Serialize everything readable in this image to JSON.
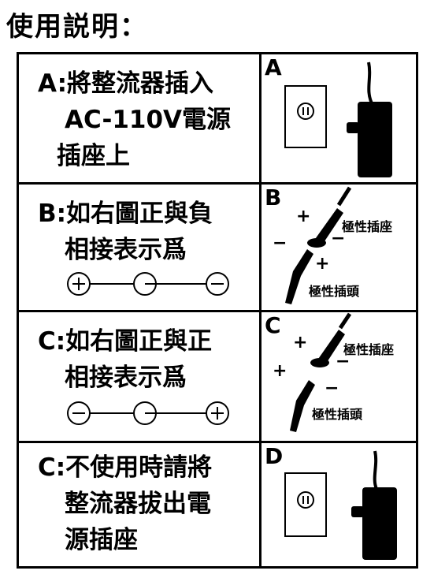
{
  "title": "使用説明：",
  "rows": [
    {
      "lines": [
        "A:將整流器插入",
        "AC-110V電源",
        "插座上"
      ],
      "letter": "A"
    },
    {
      "lines": [
        "B:如右圖正與負",
        "相接表示爲"
      ],
      "letter": "B",
      "socket_label": "極性插座",
      "plug_label": "極性插頭",
      "socket_sign": "+",
      "socket_sign_2": "−",
      "plug_sign": "+",
      "plug_sign_2": "−"
    },
    {
      "lines": [
        "C:如右圖正與正",
        "相接表示爲"
      ],
      "letter": "C",
      "socket_label": "極性插座",
      "plug_label": "極性插頭",
      "socket_sign": "+",
      "socket_sign_2": "−",
      "plug_sign": "+",
      "plug_sign_2": "−"
    },
    {
      "lines": [
        "C:不使用時請將",
        "整流器拔出電",
        "源插座"
      ],
      "letter": "D"
    }
  ]
}
